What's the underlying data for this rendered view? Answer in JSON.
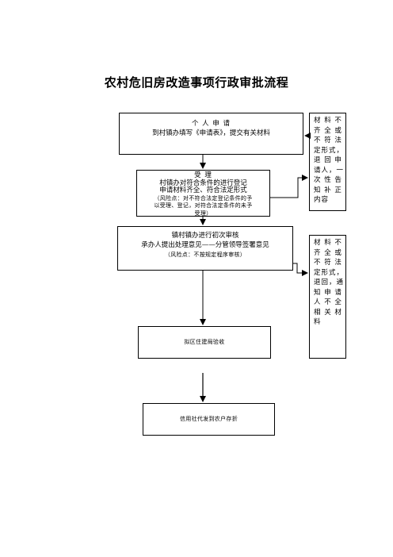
{
  "title": "农村危旧房改造事项行政审批流程",
  "steps": {
    "apply": {
      "line1": "个 人 申 请",
      "line2": "到村镇办填写《申请表》，提交有关材料"
    },
    "accept": {
      "line1": "受 理",
      "line2": "村镇办对符合条件的进行登记",
      "line3": "申请材料齐全、符合法定形式",
      "line4": "（风险点：对不符合法定登记条件的予",
      "line5": "以受理、登记，对符合法定条件的未予",
      "line6": "受理）"
    },
    "review": {
      "line1": "镇村镇办进行初次审核",
      "line2": "承办人提出处理意见——分管领导签署意见",
      "line3": "（风险点：不按规定程序审核）"
    },
    "inspect": {
      "line1": "拟区住建局验收"
    },
    "deposit": {
      "line1": "信用社代发到农户存折"
    }
  },
  "side_notes": {
    "top": [
      "材 料 不",
      "齐 全 或",
      "不 符 法",
      "定形式，",
      "退 回 申",
      "请人，一",
      "次 性 告",
      "知 补 正",
      "内容"
    ],
    "bottom": [
      "材 料 不",
      "齐 全 或",
      "不 符 法",
      "定形式，",
      "退回，通",
      "知 申 请",
      "人 不 全",
      "相 关 材",
      "料"
    ]
  }
}
